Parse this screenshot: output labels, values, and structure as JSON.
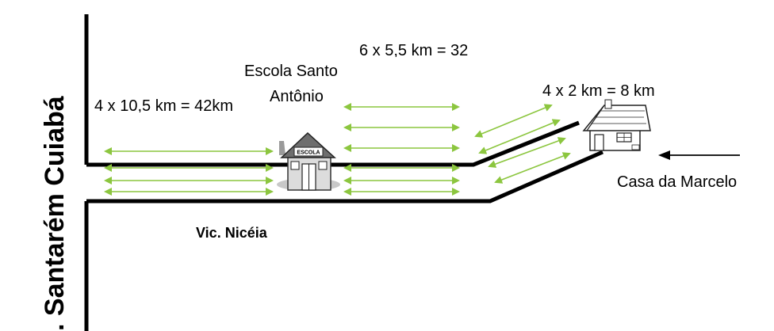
{
  "labels": {
    "road_vertical": ". Santarém Cuiabá",
    "school_name_line1": "Escola Santo",
    "school_name_line2": "Antônio",
    "segment_left": "4 x 10,5 km = 42km",
    "segment_middle": "6 x 5,5 km = 32",
    "segment_right": "4 x 2 km = 8 km",
    "road_name": "Vic. Nicéia",
    "house_label": "Casa da Marcelo",
    "school_sign": "ESCOLA"
  },
  "arrow_groups": [
    {
      "name": "left",
      "count": 4
    },
    {
      "name": "middle",
      "count": 6
    },
    {
      "name": "right",
      "count": 4
    }
  ],
  "colors": {
    "road": "#000000",
    "distance_arrows": "#8cc63f"
  },
  "icons": [
    "school-icon",
    "house-icon",
    "pointer-arrow-icon"
  ]
}
